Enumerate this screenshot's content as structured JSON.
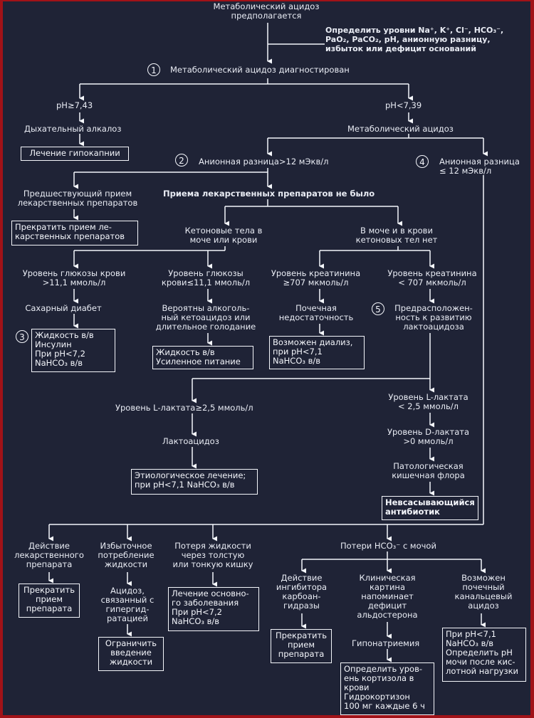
{
  "nodes": {
    "start": "Метаболический ацидоз\nпредполагается",
    "determine": "Определить уровни Na⁺, K⁺, Cl⁻, HCO₃⁻,\nPaO₂, PaCO₂, pH, анионную разницу,\nизбыток или дефицит оснований",
    "diagnosed": "Метаболический ацидоз диагностирован",
    "ph_high": "pH≥7,43",
    "ph_low": "pH<7,39",
    "resp_alkalosis": "Дыхательный алкалоз",
    "hypocapnia_tx": "Лечение гипокапнии",
    "metab_acidosis": "Метаболический ацидоз",
    "anion_gap_high": "Анионная разница>12 мЭкв/л",
    "anion_gap_low": "Анионная разница\n≤ 12 мЭкв/л",
    "prior_drugs": "Предшествующий прием\nлекарственных препаратов",
    "no_drugs": "Приема лекарственных препаратов не было",
    "stop_drugs": "Прекратить прием ле-\nкарственных препаратов",
    "ketones_present": "Кетоновые тела в\nмоче или крови",
    "ketones_absent": "В моче и в крови\nкетоновых тел нет",
    "glucose_high": "Уровень глюкозы крови\n>11,1 ммоль/л",
    "glucose_low": "Уровень глюкозы\nкрови≤11,1 ммоль/л",
    "creat_high": "Уровень креатинина\n≥707 мкмоль/л",
    "creat_low": "Уровень креатинина\n< 707 мкмоль/л",
    "diabetes": "Сахарный диабет",
    "alcoholic": "Вероятны алкоголь-\nный кетоацидоз или\nдлительное голодание",
    "renal_failure": "Почечная\nнедостаточность",
    "lactic_predisp": "Предрасположен-\nность к развитию\nлактоацидоза",
    "dm_tx": "Жидкость в/в\nИнсулин\nПри pH<7,2\nNaHCO₃ в/в",
    "alc_tx": "Жидкость в/в\nУсиленное питание",
    "dialysis": "Возможен диализ,\nпри pH<7,1\nNaHCO₃ в/в",
    "l_lactate_high": "Уровень L-лактата≥2,5 ммоль/л",
    "l_lactate_low": "Уровень L-лактата\n< 2,5 ммоль/л",
    "d_lactate": "Уровень D-лактата\n>0 ммоль/л",
    "lactic_acidosis": "Лактоацидоз",
    "gut_flora": "Патологическая\nкишечная флора",
    "etiologic_tx": "Этиологическое лечение;\nпри pH<7,1 NaHCO₃ в/в",
    "antibiotic": "Невсасывающийся\nантибиотик",
    "drug_action": "Действие\nлекарственного\nпрепарата",
    "excess_fluid": "Избыточное\nпотребление\nжидкости",
    "gi_loss": "Потеря жидкости\nчерез толстую\nили тонкую кишку",
    "hco3_urine": "Потери HCO₃⁻ с мочой",
    "stop_drug_1": "Прекратить\nприем\nпрепарата",
    "hyperhydration": "Ацидоз,\nсвязанный с\nгипергид-\nратацией",
    "limit_fluid": "Ограничить\nвведение\nжидкости",
    "treat_disease": "Лечение основно-\nго заболевания\nПри pH<7,2\nNaHCO₃ в/в",
    "ca_inhibitor": "Действие\nингибитора\nкарбоан-\nгидразы",
    "aldosterone": "Клиническая\nкартина\nнапоминает\nдефицит\nальдостерона",
    "rta": "Возможен\nпочечный\nканальцевый\nацидоз",
    "stop_drug_2": "Прекратить\nприем\nпрепарата",
    "hyponatremia": "Гипонатриемия",
    "cortisol": "Определить уров-\nень кортизола в\nкрови\nГидрокортизон\n100 мг каждые 6 ч",
    "rta_tx": "При pH<7,1\nNaHCO₃ в/в\nОпределить pH\nмочи после кис-\nлотной нагрузки"
  },
  "step_numbers": [
    "1",
    "2",
    "3",
    "4",
    "5"
  ],
  "colors": {
    "background": "#1f2336",
    "lines": "#f4f6fb",
    "border": "#a11218"
  }
}
